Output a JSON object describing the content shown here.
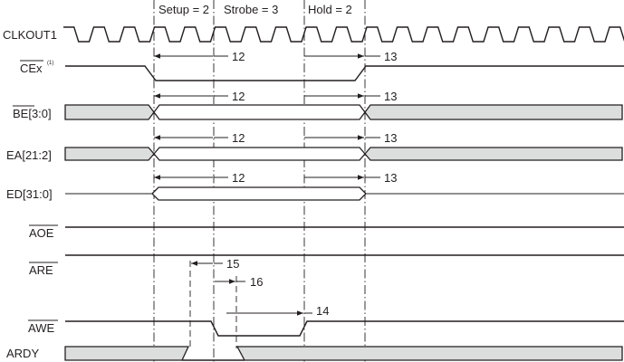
{
  "header": {
    "setup": "Setup = 2",
    "strobe": "Strobe = 3",
    "hold": "Hold = 2"
  },
  "signals": {
    "clkout1": "CLKOUT1",
    "cex": "CEx",
    "cex_note": "(1)",
    "be": "BE[3:0]",
    "ea": "EA[21:2]",
    "ed": "ED[31:0]",
    "aoe": "AOE",
    "are": "ARE",
    "awe": "AWE",
    "ardy": "ARDY"
  },
  "timings": {
    "t12": "12",
    "t13": "13",
    "t14": "14",
    "t15": "15",
    "t16": "16"
  }
}
